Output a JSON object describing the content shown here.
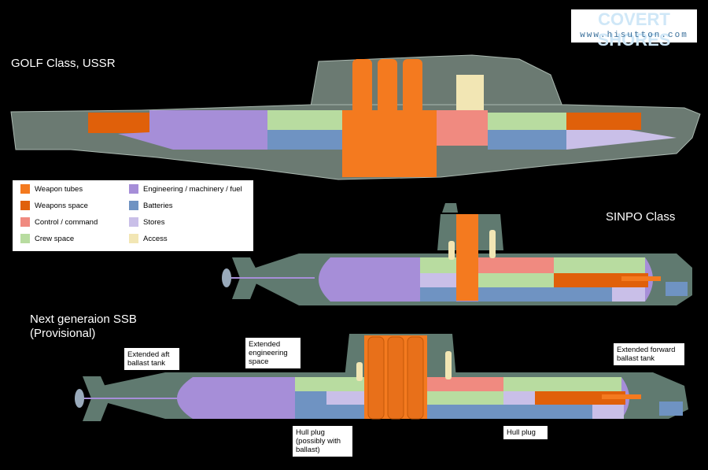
{
  "logo": {
    "line1": "COVERT SHORES",
    "line2": "www.hisutton.com"
  },
  "titles": {
    "golf": "GOLF Class, USSR",
    "sinpo": "SINPO Class",
    "next_line1": "Next generaion SSB",
    "next_line2": "(Provisional)"
  },
  "legend": [
    {
      "label": "Weapon tubes",
      "color": "#f47a1f"
    },
    {
      "label": "Weapons space",
      "color": "#e0600a"
    },
    {
      "label": "Control / command",
      "color": "#f08a80"
    },
    {
      "label": "Crew space",
      "color": "#b8dca0"
    },
    {
      "label": "Engineering / machinery / fuel",
      "color": "#a68ed8"
    },
    {
      "label": "Batteries",
      "color": "#6f93c2"
    },
    {
      "label": "Stores",
      "color": "#c9bfe8"
    },
    {
      "label": "Access",
      "color": "#f2e6b4"
    }
  ],
  "callouts": {
    "aft_ballast": "Extended aft ballast tank",
    "eng_space": "Extended engineering space",
    "fwd_ballast": "Extended forward ballast tank",
    "hull_plug_1": "Hull plug (possibly with ballast)",
    "hull_plug_2": "Hull plug"
  }
}
